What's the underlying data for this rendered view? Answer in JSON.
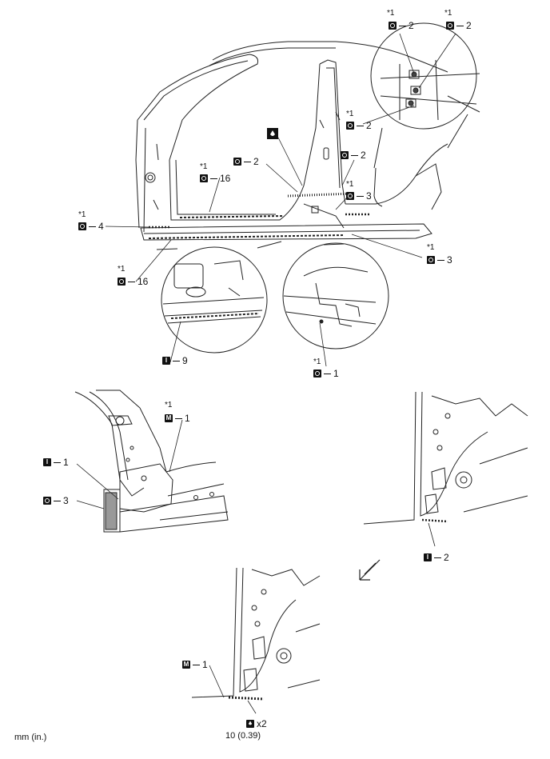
{
  "footer": {
    "units": "mm (in.)"
  },
  "overview": {
    "callouts": [
      {
        "id": "c1",
        "star": "*1",
        "sym": "o",
        "num": "2"
      },
      {
        "id": "c2",
        "star": "*1",
        "sym": "o",
        "num": "2"
      },
      {
        "id": "c3",
        "star": "*1",
        "sym": "o",
        "num": "2"
      },
      {
        "id": "c4",
        "star": "",
        "sym": "o",
        "num": "2"
      },
      {
        "id": "c5",
        "star": "",
        "sym": "o",
        "num": "2"
      },
      {
        "id": "c6",
        "star": "*1",
        "sym": "o",
        "num": "3"
      },
      {
        "id": "c7",
        "star": "*1",
        "sym": "o",
        "num": "16"
      },
      {
        "id": "c8",
        "star": "*1",
        "sym": "o",
        "num": "4"
      },
      {
        "id": "c9",
        "star": "*1",
        "sym": "o",
        "num": "16"
      },
      {
        "id": "c10",
        "star": "*1",
        "sym": "o",
        "num": "3"
      },
      {
        "id": "c11",
        "star": "",
        "sym": "i",
        "num": "9"
      },
      {
        "id": "c12",
        "star": "*1",
        "sym": "o",
        "num": "1"
      }
    ]
  },
  "detail_left": {
    "callouts": [
      {
        "id": "d1",
        "star": "*1",
        "sym": "m",
        "num": "1"
      },
      {
        "id": "d2",
        "star": "",
        "sym": "i",
        "num": "1"
      },
      {
        "id": "d3",
        "star": "",
        "sym": "o",
        "num": "3"
      }
    ]
  },
  "detail_right": {
    "callout": {
      "sym": "i",
      "num": "2"
    }
  },
  "detail_bottom": {
    "callout": {
      "sym": "m",
      "num": "1"
    },
    "sealer_count": "x2",
    "dimension": "10 (0.39)"
  },
  "symbols": {
    "o": "",
    "i": "I",
    "m": "M"
  }
}
